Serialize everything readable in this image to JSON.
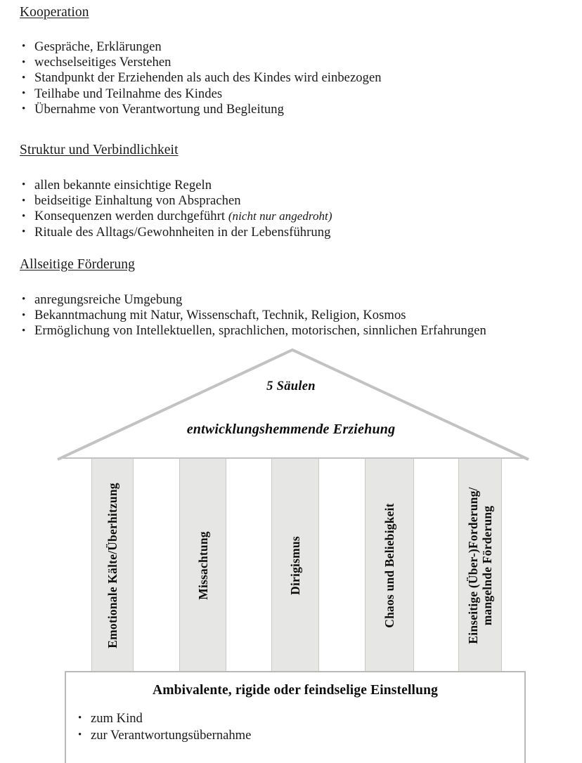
{
  "document": {
    "sections": [
      {
        "heading": "Kooperation",
        "bullets": [
          "Gespräche, Erklärungen",
          "wechselseitiges Verstehen",
          "Standpunkt der Erziehenden als auch des Kindes wird einbezogen",
          "Teilhabe und Teilnahme des Kindes",
          "Übernahme von Verantwortung und Begleitung"
        ]
      },
      {
        "heading": "Struktur und Verbindlichkeit",
        "bullets": [
          "allen bekannte einsichtige Regeln",
          "beidseitige Einhaltung von Absprachen",
          "Konsequenzen werden durchgeführt ",
          "Rituale des Alltags/Gewohnheiten in der Lebensführung"
        ],
        "bullet_3_italic": "(nicht nur angedroht)"
      },
      {
        "heading": "Allseitige Förderung",
        "bullets": [
          "anregungsreiche Umgebung",
          "Bekanntmachung mit Natur, Wissenschaft, Technik, Religion, Kosmos",
          "Ermöglichung von Intellektuellen, sprachlichen, motorischen, sinnlichen Erfahrungen"
        ]
      }
    ]
  },
  "diagram": {
    "roof": {
      "label_top": "5 Säulen",
      "label_bottom": "entwicklungshemmende Erziehung"
    },
    "pillars": [
      {
        "label": "Emotionale Kälte/Überhitzung",
        "label_line2": ""
      },
      {
        "label": "Missachtung",
        "label_line2": ""
      },
      {
        "label": "Dirigismus",
        "label_line2": ""
      },
      {
        "label": "Chaos und Beliebigkeit",
        "label_line2": ""
      },
      {
        "label": "Einseitige (Über-)Forderung/",
        "label_line2": "mangelnde Förderung"
      }
    ],
    "base": {
      "title": "Ambivalente, rigide oder feindselige Einstellung",
      "bullets": [
        "zum Kind",
        "zur Verantwortungsübernahme"
      ]
    },
    "colors": {
      "pillar_fill": "#e6e6e4",
      "line": "#c2c2c2",
      "text": "#0d0d0d"
    }
  }
}
